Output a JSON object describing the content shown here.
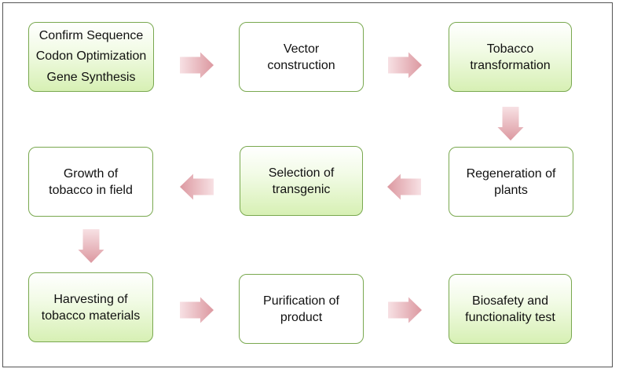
{
  "diagram": {
    "colors": {
      "border": "#79a84f",
      "green_fill": "#d7f0b4",
      "arrow": "#e3a5ac"
    },
    "steps": [
      {
        "id": "gene-design",
        "style": "green",
        "lines": [
          "Confirm Sequence",
          "Codon Optimization",
          "Gene Synthesis"
        ]
      },
      {
        "id": "vector-construction",
        "style": "white",
        "lines": [
          "Vector",
          "construction"
        ]
      },
      {
        "id": "tobacco-transformation",
        "style": "green",
        "lines": [
          "Tobacco",
          "transformation"
        ]
      },
      {
        "id": "regeneration",
        "style": "white",
        "lines": [
          "Regeneration of",
          "plants"
        ]
      },
      {
        "id": "selection",
        "style": "green",
        "lines": [
          "Selection of",
          "transgenic"
        ]
      },
      {
        "id": "growth",
        "style": "white",
        "lines": [
          "Growth of",
          "tobacco in field"
        ]
      },
      {
        "id": "harvesting",
        "style": "green",
        "lines": [
          "Harvesting of",
          "tobacco materials"
        ]
      },
      {
        "id": "purification",
        "style": "white",
        "lines": [
          "Purification of",
          "product"
        ]
      },
      {
        "id": "biosafety",
        "style": "green",
        "lines": [
          "Biosafety and",
          "functionality test"
        ]
      }
    ],
    "arrows": [
      {
        "from": "gene-design",
        "to": "vector-construction",
        "direction": "right"
      },
      {
        "from": "vector-construction",
        "to": "tobacco-transformation",
        "direction": "right"
      },
      {
        "from": "tobacco-transformation",
        "to": "regeneration",
        "direction": "down"
      },
      {
        "from": "regeneration",
        "to": "selection",
        "direction": "left"
      },
      {
        "from": "selection",
        "to": "growth",
        "direction": "left"
      },
      {
        "from": "growth",
        "to": "harvesting",
        "direction": "down"
      },
      {
        "from": "harvesting",
        "to": "purification",
        "direction": "right"
      },
      {
        "from": "purification",
        "to": "biosafety",
        "direction": "right"
      }
    ]
  }
}
